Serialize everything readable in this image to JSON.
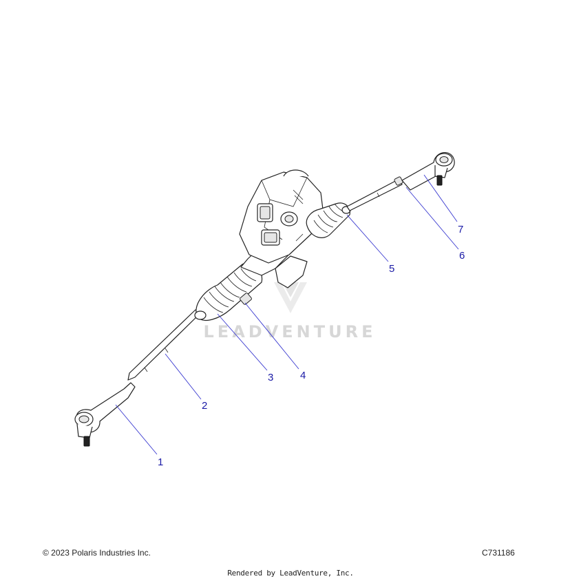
{
  "footer": {
    "copyright": "© 2023 Polaris Industries Inc.",
    "drawing_id": "C731186",
    "rendered_by": "Rendered by LeadVenture, Inc."
  },
  "watermark": {
    "text": "LEADVENTURE"
  },
  "callouts": [
    {
      "label": "1"
    },
    {
      "label": "2"
    },
    {
      "label": "3"
    },
    {
      "label": "4"
    },
    {
      "label": "5"
    },
    {
      "label": "6"
    },
    {
      "label": "7"
    }
  ],
  "colors": {
    "callout": "#1a1aa6",
    "leader": "#3a3ad0",
    "watermark": "#d7d7d7"
  }
}
